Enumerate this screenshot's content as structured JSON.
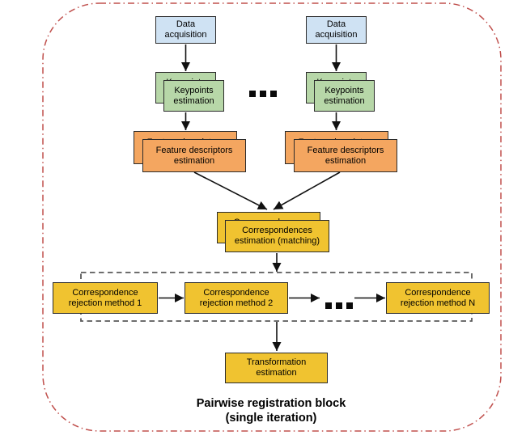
{
  "colors": {
    "canvas_bg": "#ffffff",
    "node_border": "#2b2b2b",
    "blue_fill": "#cfe2f3",
    "green_fill": "#b7d7a8",
    "orange_fill": "#f4a660",
    "yellow_fill": "#f0c330",
    "outer_border": "#c0504d",
    "inner_dashed_border": "#5a5a5a",
    "arrow": "#111111"
  },
  "labels": {
    "data_acquisition": "Data\nacquisition",
    "keypoints": "Keypoints\nestimation",
    "feature_descriptors": "Feature descriptors\nestimation",
    "correspondences": "Correspondences\nestimation (matching)",
    "rejection_method_1": "Correspondence\nrejection method 1",
    "rejection_method_2": "Correspondence\nrejection method 2",
    "rejection_method_n": "Correspondence\nrejection method N",
    "transformation": "Transformation\nestimation",
    "ellipsis": "..."
  },
  "caption": "Pairwise registration block\n(single iteration)"
}
